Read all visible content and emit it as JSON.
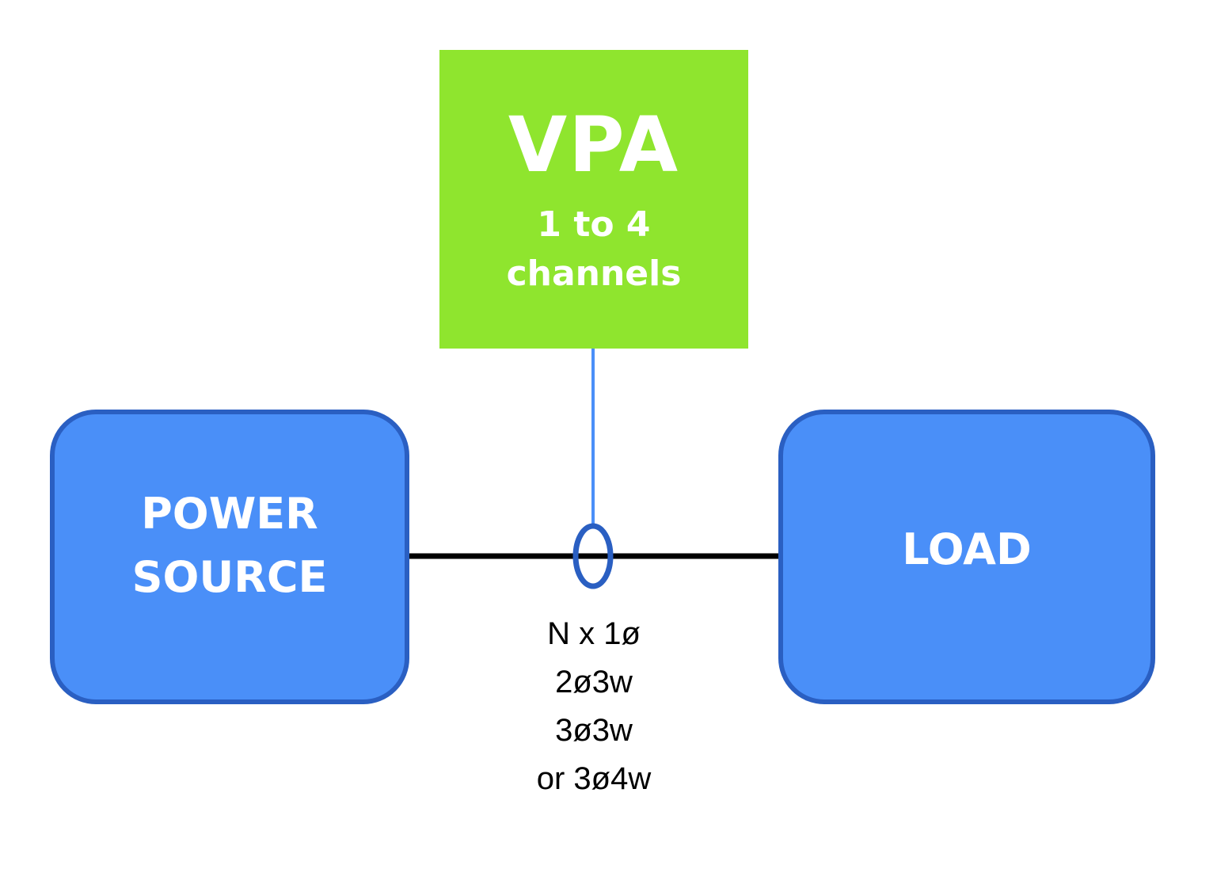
{
  "vpa": {
    "title": "VPA",
    "channels_line1": "1 to 4",
    "channels_line2": "channels"
  },
  "power_source": {
    "line1": "POWER",
    "line2": "SOURCE"
  },
  "load": {
    "label": "LOAD"
  },
  "wiring_options": [
    "N x 1ø",
    "2ø3w",
    "3ø3w",
    "or 3ø4w"
  ],
  "colors": {
    "vpa_fill": "#8fe52e",
    "block_fill": "#4a8ff8",
    "block_border": "#2a5fc2",
    "signal_line": "#4a8ff8",
    "power_line": "#000000",
    "sensor_ring": "#2a5fc2",
    "label_text": "#ffffff"
  }
}
